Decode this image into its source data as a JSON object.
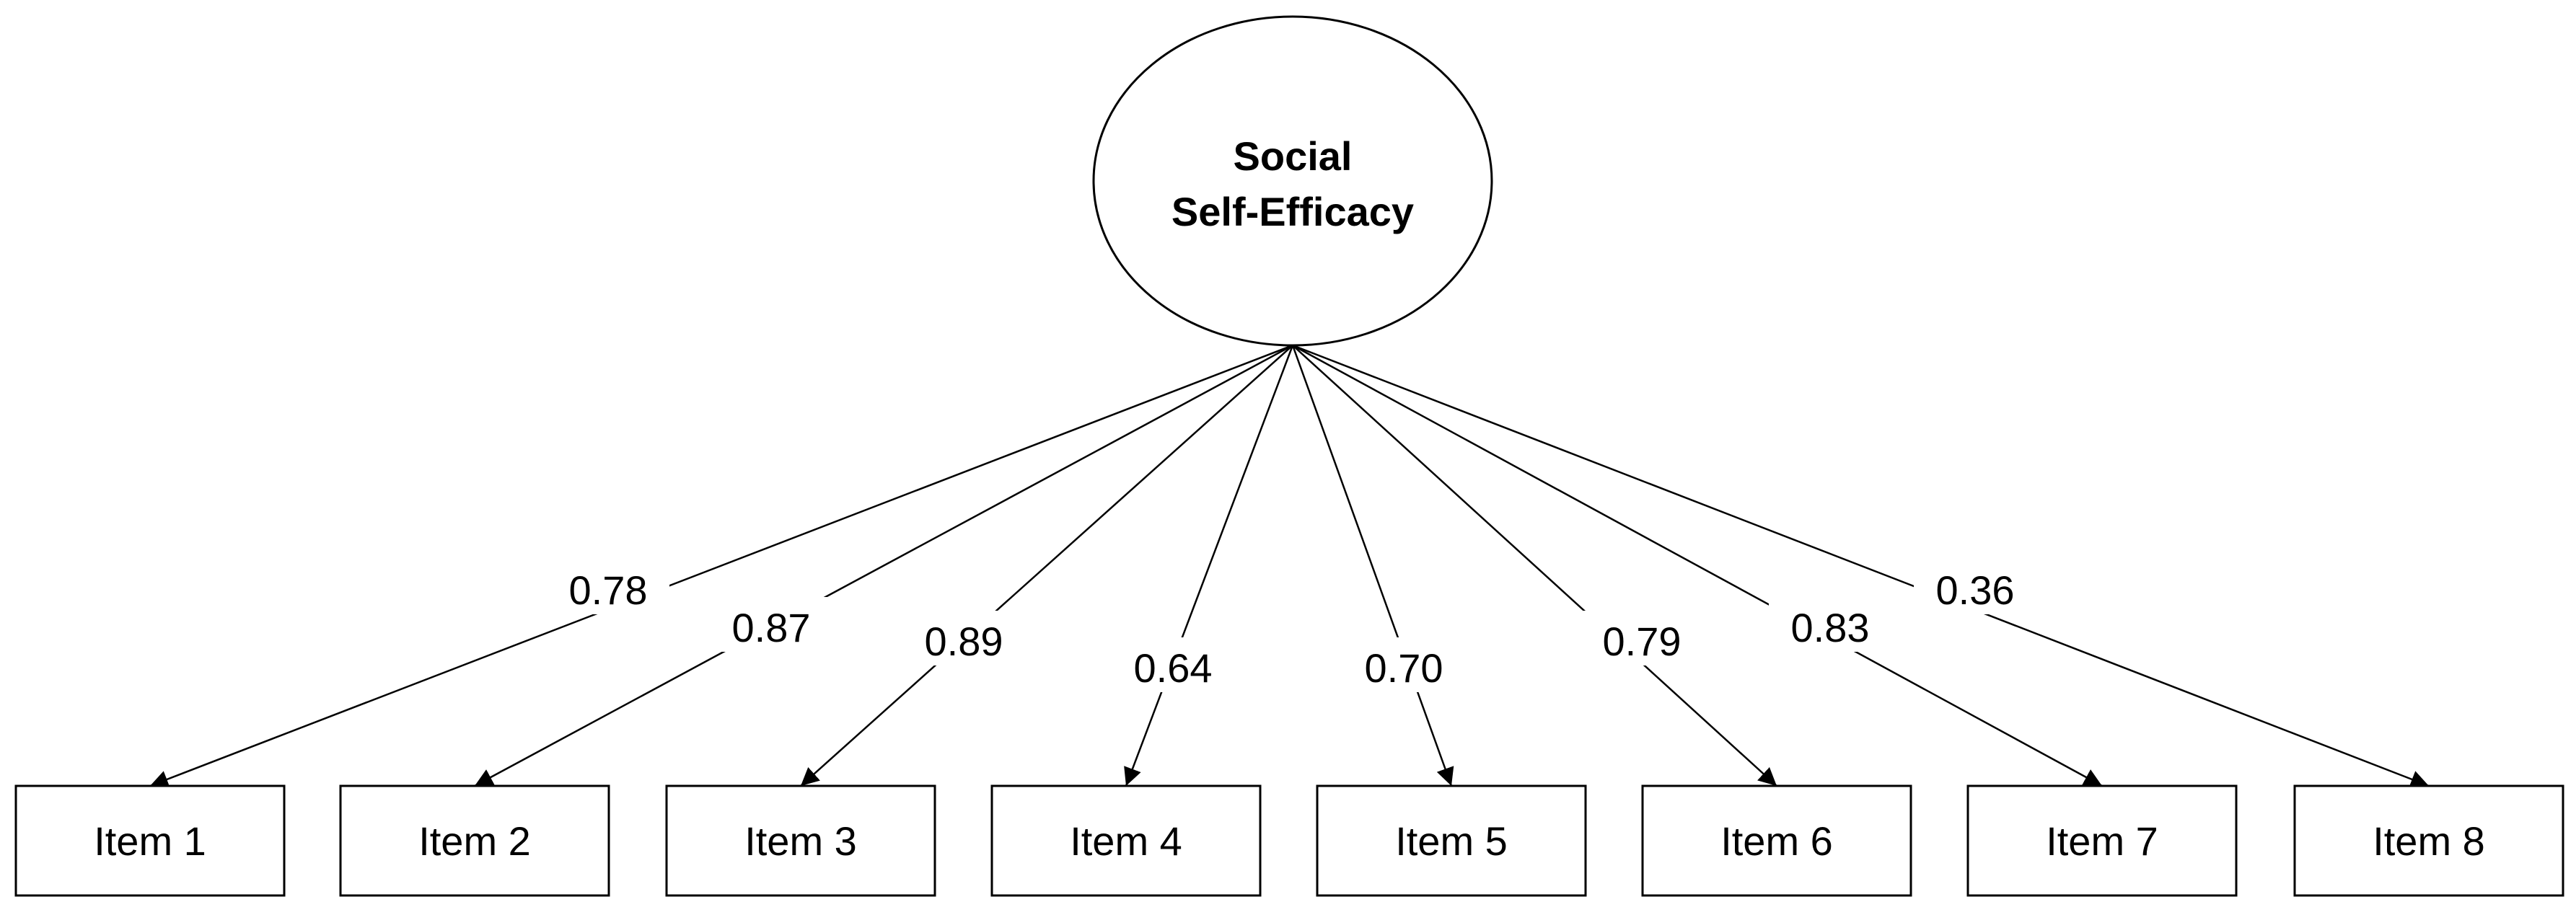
{
  "latent": {
    "line1": "Social",
    "line2": "Self-Efficacy"
  },
  "items": [
    {
      "label": "Item 1",
      "loading": "0.78"
    },
    {
      "label": "Item 2",
      "loading": "0.87"
    },
    {
      "label": "Item 3",
      "loading": "0.89"
    },
    {
      "label": "Item 4",
      "loading": "0.64"
    },
    {
      "label": "Item 5",
      "loading": "0.70"
    },
    {
      "label": "Item 6",
      "loading": "0.79"
    },
    {
      "label": "Item 7",
      "loading": "0.83"
    },
    {
      "label": "Item 8",
      "loading": "0.36"
    }
  ],
  "colors": {
    "stroke": "#000000",
    "background": "#ffffff"
  }
}
